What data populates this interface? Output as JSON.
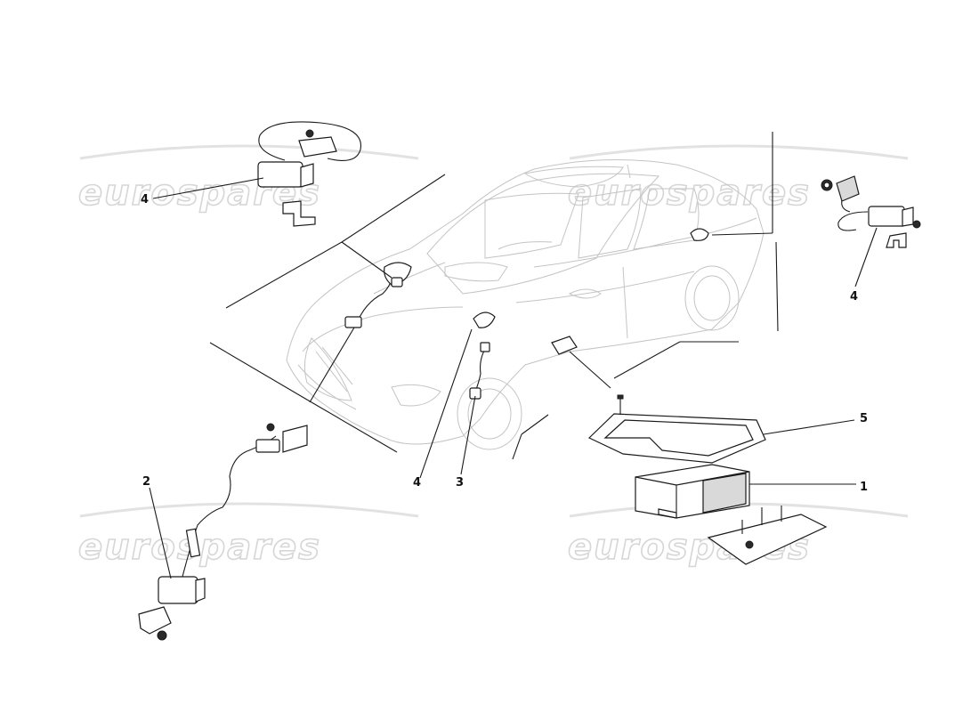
{
  "watermark": {
    "text": "eurospares"
  },
  "callouts": [
    {
      "label": "4"
    },
    {
      "label": "4"
    },
    {
      "label": "4"
    },
    {
      "label": "3"
    },
    {
      "label": "2"
    },
    {
      "label": "1"
    },
    {
      "label": "5"
    }
  ]
}
